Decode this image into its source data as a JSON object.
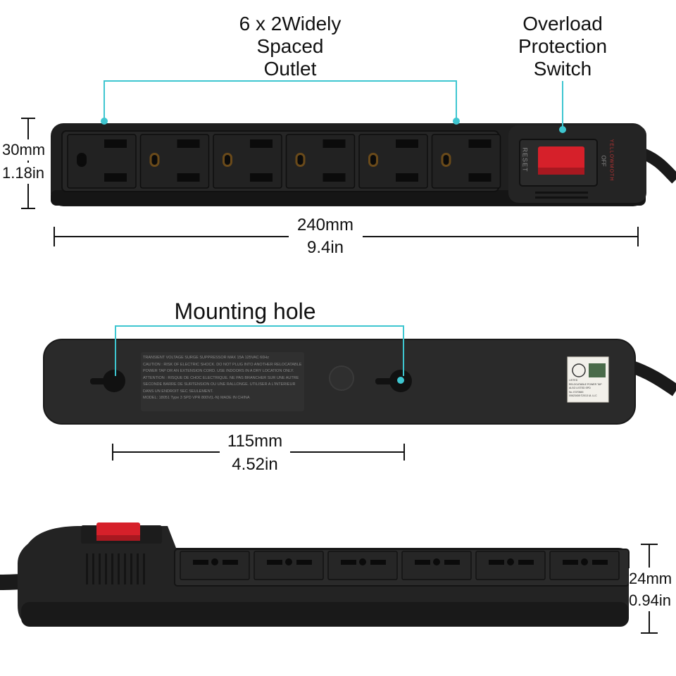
{
  "top_view": {
    "outlet_label": "6 x 2Widely Spaced Outlet",
    "outlet_label_lines": [
      "6 x 2Widely",
      "Spaced",
      "Outlet"
    ],
    "switch_label_lines": [
      "Overload",
      "Protection",
      "Switch"
    ],
    "height_mm": "30mm",
    "height_in": "1.18in",
    "length_mm": "240mm",
    "length_in": "9.4in",
    "reset_text": "RESET",
    "off_text": "OFF",
    "brand_text": "YELLOWMOTH"
  },
  "back_view": {
    "mounting_label": "Mounting hole",
    "spacing_mm": "115mm",
    "spacing_in": "4.52in",
    "warning_lines": [
      "TRANSIENT VOLTAGE SURGE SUPPRESSOR MAX 15A 125VAC 60Hz",
      "CAUTION : RISK OF ELECTRIC SHOCK. DO NOT PLUG INTO ANOTHER RELOCATABLE",
      "POWER TAP OR AN EXTENSION CORD. USE INDOORS IN A DRY LOCATION ONLY.",
      "ATTENTION : RISQUE DE CHOC ELECTRIQUE. NE PAS BRANCHER SUR UNE AUTRE",
      "SECONDE BARRE DE SURTENSION OU UNE RALLONGE. UTILISER A L'INTERIEUR",
      "DANS UN ENDROIT SEC SEULEMENT.",
      "MODEL: 18051 Type 3 SPD VPR 800V(L-N)  MADE IN CHINA"
    ],
    "ul_lines": [
      "LISTED",
      "RELOCATABLE POWER TAP",
      "ALSO LISTED SPD",
      "No. E370845",
      "00623408  ©2013 UL LLC"
    ]
  },
  "side_view": {
    "height_mm": "24mm",
    "height_in": "0.94in"
  },
  "colors": {
    "accent_line": "#3ec6d0",
    "body": "#1d1d1d",
    "switch_red": "#d6202a"
  }
}
